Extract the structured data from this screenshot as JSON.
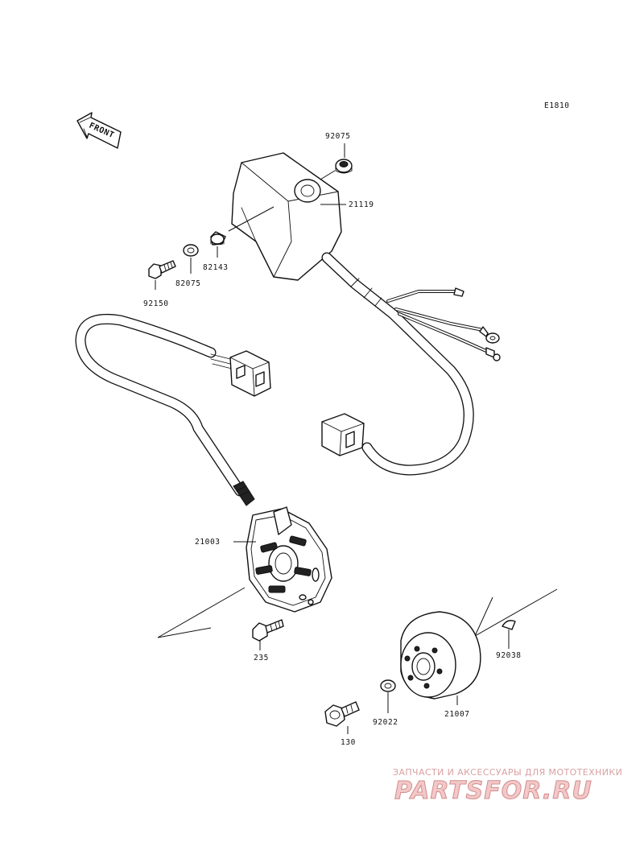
{
  "diagram": {
    "code": "E1810",
    "direction_label": "FRONT",
    "part_numbers": {
      "cap_top": "92075",
      "cdi_unit": "21119",
      "collar": "82143",
      "washer_left": "82075",
      "bolt_left": "92150",
      "stator": "21003",
      "screw_stator": "235",
      "key": "92038",
      "flywheel": "21007",
      "washer_flywheel": "92022",
      "nut_flywheel": "130"
    }
  },
  "watermark": {
    "tagline": "ЗАПЧАСТИ И АКСЕССУАРЫ ДЛЯ МОТОТЕХНИКИ",
    "brand": "PARTSFOR.RU"
  }
}
